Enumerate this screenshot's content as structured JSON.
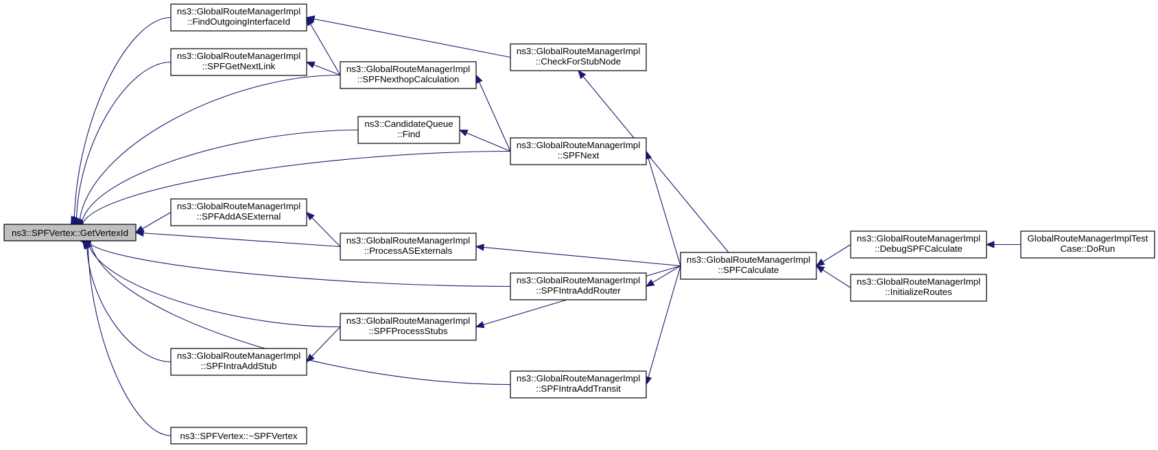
{
  "graph": {
    "title": "",
    "edge_color": "#191970",
    "root_fill": "#bfbfbf",
    "node_fill": "#ffffff",
    "nodes": [
      {
        "id": "root",
        "lines": [
          "ns3::SPFVertex::GetVertexId"
        ],
        "root": true
      },
      {
        "id": "foi",
        "lines": [
          "ns3::GlobalRouteManagerImpl",
          "::FindOutgoingInterfaceId"
        ]
      },
      {
        "id": "sgnl",
        "lines": [
          "ns3::GlobalRouteManagerImpl",
          "::SPFGetNextLink"
        ]
      },
      {
        "id": "snc",
        "lines": [
          "ns3::GlobalRouteManagerImpl",
          "::SPFNexthopCalculation"
        ]
      },
      {
        "id": "cqf",
        "lines": [
          "ns3::CandidateQueue",
          "::Find"
        ]
      },
      {
        "id": "cfsn",
        "lines": [
          "ns3::GlobalRouteManagerImpl",
          "::CheckForStubNode"
        ]
      },
      {
        "id": "sn",
        "lines": [
          "ns3::GlobalRouteManagerImpl",
          "::SPFNext"
        ]
      },
      {
        "id": "saase",
        "lines": [
          "ns3::GlobalRouteManagerImpl",
          "::SPFAddASExternal"
        ]
      },
      {
        "id": "pase",
        "lines": [
          "ns3::GlobalRouteManagerImpl",
          "::ProcessASExternals"
        ]
      },
      {
        "id": "sc",
        "lines": [
          "ns3::GlobalRouteManagerImpl",
          "::SPFCalculate"
        ]
      },
      {
        "id": "dsc",
        "lines": [
          "ns3::GlobalRouteManagerImpl",
          "::DebugSPFCalculate"
        ]
      },
      {
        "id": "gtest",
        "lines": [
          "GlobalRouteManagerImplTest",
          "Case::DoRun"
        ]
      },
      {
        "id": "siar",
        "lines": [
          "ns3::GlobalRouteManagerImpl",
          "::SPFIntraAddRouter"
        ]
      },
      {
        "id": "ir",
        "lines": [
          "ns3::GlobalRouteManagerImpl",
          "::InitializeRoutes"
        ]
      },
      {
        "id": "sps",
        "lines": [
          "ns3::GlobalRouteManagerImpl",
          "::SPFProcessStubs"
        ]
      },
      {
        "id": "sias",
        "lines": [
          "ns3::GlobalRouteManagerImpl",
          "::SPFIntraAddStub"
        ]
      },
      {
        "id": "siat",
        "lines": [
          "ns3::GlobalRouteManagerImpl",
          "::SPFIntraAddTransit"
        ]
      },
      {
        "id": "dtor",
        "lines": [
          "ns3::SPFVertex::~SPFVertex"
        ]
      }
    ],
    "edges": [
      [
        "foi",
        "root"
      ],
      [
        "sgnl",
        "root"
      ],
      [
        "snc",
        "root"
      ],
      [
        "cqf",
        "root"
      ],
      [
        "sn",
        "root"
      ],
      [
        "saase",
        "root"
      ],
      [
        "pase",
        "root"
      ],
      [
        "siar",
        "root"
      ],
      [
        "sps",
        "root"
      ],
      [
        "sias",
        "root"
      ],
      [
        "siat",
        "root"
      ],
      [
        "dtor",
        "root"
      ],
      [
        "snc",
        "foi"
      ],
      [
        "cfsn",
        "foi"
      ],
      [
        "snc",
        "sgnl"
      ],
      [
        "sn",
        "snc"
      ],
      [
        "sn",
        "cqf"
      ],
      [
        "sc",
        "cfsn"
      ],
      [
        "sc",
        "sn"
      ],
      [
        "pase",
        "saase"
      ],
      [
        "sc",
        "pase"
      ],
      [
        "sc",
        "siar"
      ],
      [
        "sc",
        "sps"
      ],
      [
        "sps",
        "sias"
      ],
      [
        "sc",
        "siat"
      ],
      [
        "dsc",
        "sc"
      ],
      [
        "ir",
        "sc"
      ],
      [
        "gtest",
        "dsc"
      ]
    ]
  }
}
